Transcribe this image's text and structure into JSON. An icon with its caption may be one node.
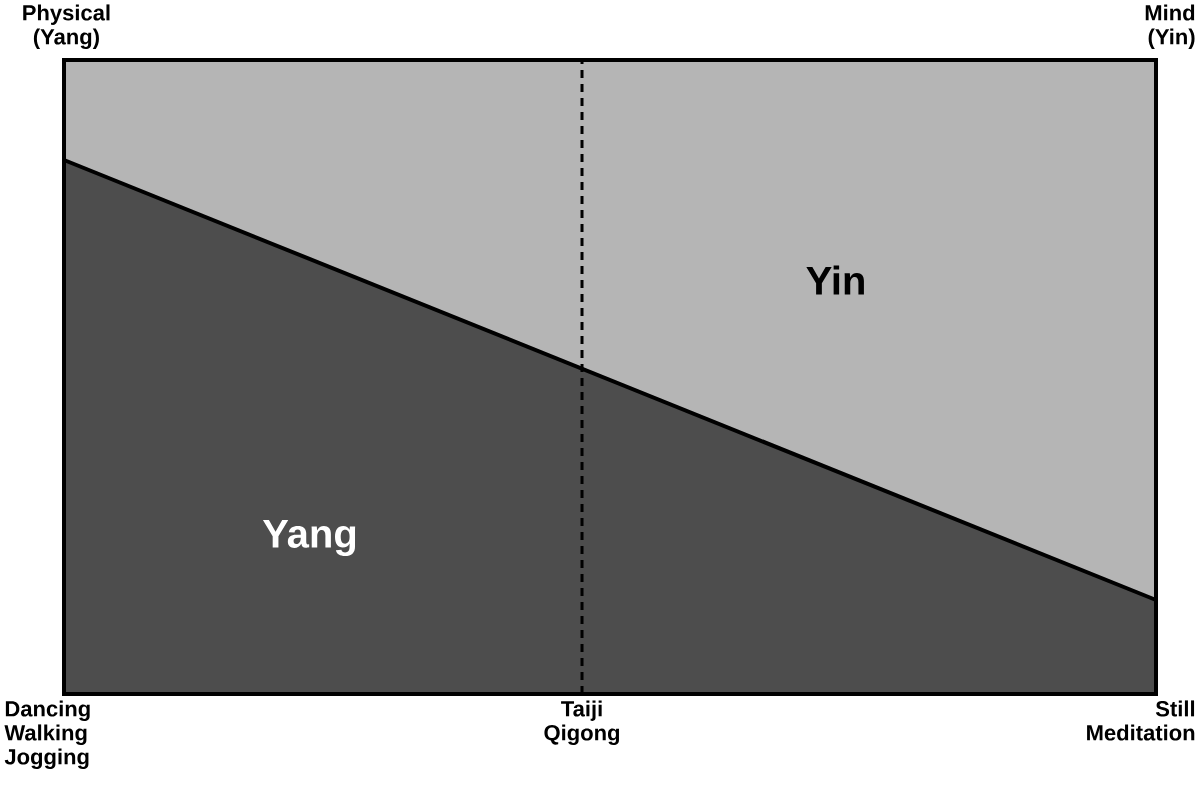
{
  "diagram": {
    "nodes": [
      {
        "text": [
          "Yin"
        ]
      },
      {
        "text": [
          "Yang"
        ]
      }
    ],
    "labels": [
      "Physical (Yang)",
      "Mind (Yin)",
      "Dancing Walking Jogging",
      "Taiji Qigong",
      "Still Meditation"
    ]
  }
}
